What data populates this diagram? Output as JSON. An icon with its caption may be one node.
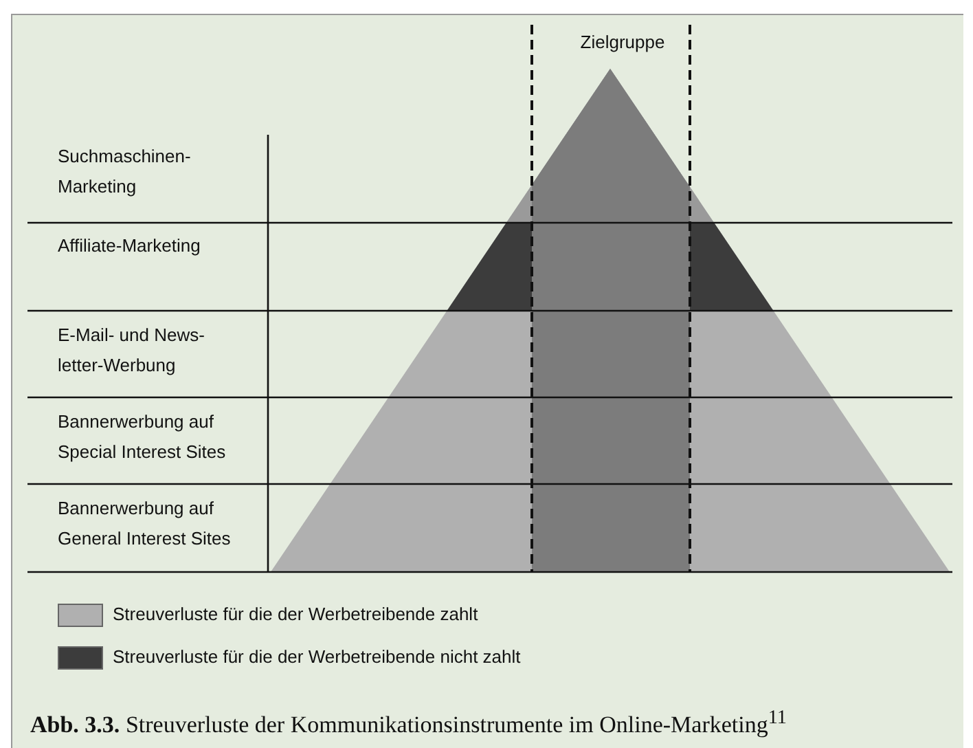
{
  "diagram": {
    "caption": "**Abb. 3.3.** Streuverluste der Kommunikationsinstrumente im Online-Marketing$^{11}$",
    "labels": [
      "Zielgruppe",
      "Suchmaschinen-Marketing",
      "Affiliate-Marketing",
      "E-Mail- und News-letter-Werbung",
      "Bannerwerbung auf Special Interest Sites",
      "Bannerwerbung auf General Interest Sites"
    ],
    "legend": [
      {
        "text": "Streuverluste für die der Werbetreibende zahlt",
        "color": "#b0b0b0"
      },
      {
        "text": "Streuverluste für die der Werbetreibende nicht zahlt",
        "color": "#3c3c3c"
      }
    ]
  }
}
